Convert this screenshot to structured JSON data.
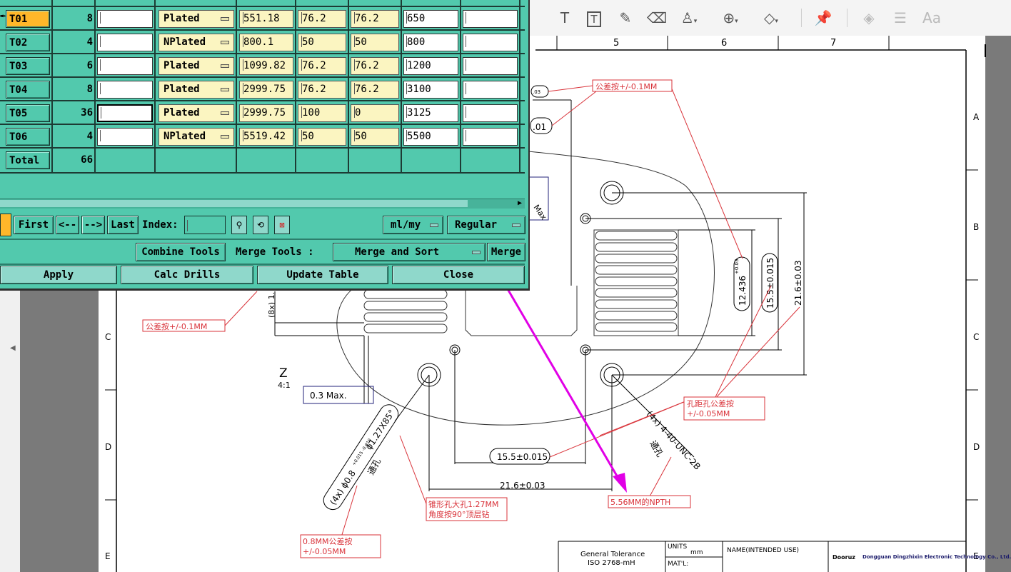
{
  "pdf_viewer": {
    "toolbar_icons": [
      "text-icon",
      "textbox-icon",
      "pen-icon",
      "eraser-icon",
      "stamp-icon",
      "attach-icon",
      "shape-icon",
      "pin-icon",
      "fill-icon",
      "lines-icon",
      "font-size-icon"
    ],
    "font_tool_label": "Aa",
    "ruler_numbers": [
      "5",
      "6",
      "7"
    ],
    "row_letters_right": [
      "A",
      "B",
      "C",
      "D",
      "E"
    ],
    "row_letters_left": [
      "C",
      "D",
      "E"
    ]
  },
  "drawing": {
    "tolerance_note_1": "公差按+/-0.1MM",
    "tolerance_note_2": "公差按+/-0.1MM",
    "hole_pitch_note_1": "孔距孔公差按",
    "hole_pitch_note_2": "+/-0.05MM",
    "taper_note_1": "锥形孔大孔1.27MM",
    "taper_note_2": "角度按90°顶层钻",
    "hole_08_note_1": "0.8MM公差按",
    "hole_08_note_2": "+/-0.05MM",
    "npth_note": "5.56MM的NPTH",
    "dim_12436": "12.436",
    "dim_12436_tol": "+0.03",
    "dim_155_v": "15.5±0.015",
    "dim_216_v": "21.6±0.03",
    "dim_155_h": "15.5±0.015",
    "dim_216_h": "21.6±0.03",
    "dim_03max": "0.3 Max.",
    "max_label": "Max",
    "z_label": "Z",
    "z_scale": "4:1",
    "eight_x": "(8x) 1.",
    "hole_callout": "(4x) ϕ0.8",
    "hole_callout_tol": "+0.015 -0.010",
    "chamfer_callout": "ϕ1.27X85°",
    "thread_callout": "(4x) 4-40-UNC-2B",
    "through_label_1": "通孔",
    "through_label_2": "通孔",
    "dim_001": ".01",
    "dim_03": ".03",
    "general_tolerance": "General Tolerance",
    "iso": "ISO 2768-mH",
    "units_label": "UNITS",
    "units_value": "mm",
    "matl_label": "MAT'L:",
    "name_label": "NAME(INTENDED USE)",
    "company_name": "Dongguan Dingzhixin Electronic Technology Co., Ltd.",
    "logo_text": "Dooruz"
  },
  "dialog": {
    "tools": [
      {
        "name": "T01",
        "qty": "8",
        "finish": "Plated",
        "drill": "551.18",
        "plus": "76.2",
        "minus": "76.2",
        "finished": "650",
        "extra": ""
      },
      {
        "name": "T02",
        "qty": "4",
        "finish": "NPlated",
        "drill": "800.1",
        "plus": "50",
        "minus": "50",
        "finished": "800",
        "extra": ""
      },
      {
        "name": "T03",
        "qty": "6",
        "finish": "Plated",
        "drill": "1099.82",
        "plus": "76.2",
        "minus": "76.2",
        "finished": "1200",
        "extra": ""
      },
      {
        "name": "T04",
        "qty": "8",
        "finish": "Plated",
        "drill": "2999.75",
        "plus": "76.2",
        "minus": "76.2",
        "finished": "3100",
        "extra": ""
      },
      {
        "name": "T05",
        "qty": "36",
        "finish": "Plated",
        "drill": "2999.75",
        "plus": "100",
        "minus": "0",
        "finished": "3125",
        "extra": ""
      },
      {
        "name": "T06",
        "qty": "4",
        "finish": "NPlated",
        "drill": "5519.42",
        "plus": "50",
        "minus": "50",
        "finished": "5500",
        "extra": ""
      }
    ],
    "total_label": "Total",
    "total_qty": "66",
    "nav": {
      "first": "First",
      "prev": "<--",
      "next": "-->",
      "last": "Last",
      "index_label": "Index:",
      "index_value": ""
    },
    "units_dropdown": "ml/my",
    "mode_dropdown": "Regular",
    "combine_tools": "Combine Tools",
    "merge_tools_label": "Merge Tools :",
    "merge_dropdown": "Merge and Sort",
    "merge_button": "Merge",
    "apply": "Apply",
    "calc_drills": "Calc Drills",
    "update_table": "Update Table",
    "close": "Close"
  }
}
